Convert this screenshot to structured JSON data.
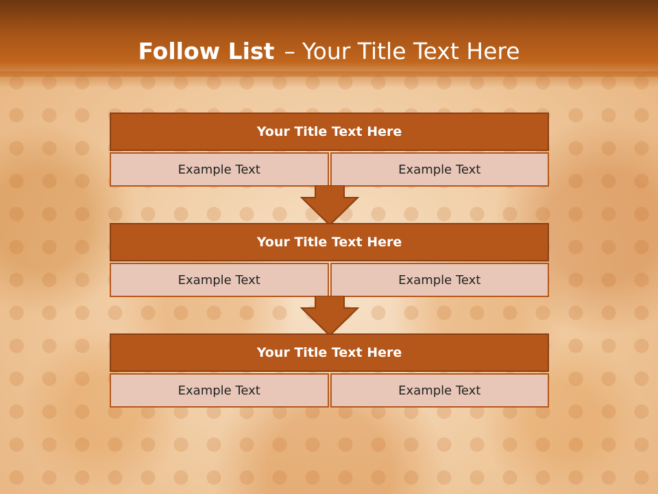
{
  "slide": {
    "title_bold": "Follow List",
    "title_dash": "–",
    "title_rest": "Your Title Text Here"
  },
  "colors": {
    "header_fill": "#b5561a",
    "cell_fill": "#e8c7b8",
    "title_band": "#a85518"
  },
  "blocks": [
    {
      "title": "Your Title Text Here",
      "left": "Example Text",
      "right": "Example Text"
    },
    {
      "title": "Your Title Text Here",
      "left": "Example Text",
      "right": "Example Text"
    },
    {
      "title": "Your Title Text Here",
      "left": "Example Text",
      "right": "Example Text"
    }
  ]
}
